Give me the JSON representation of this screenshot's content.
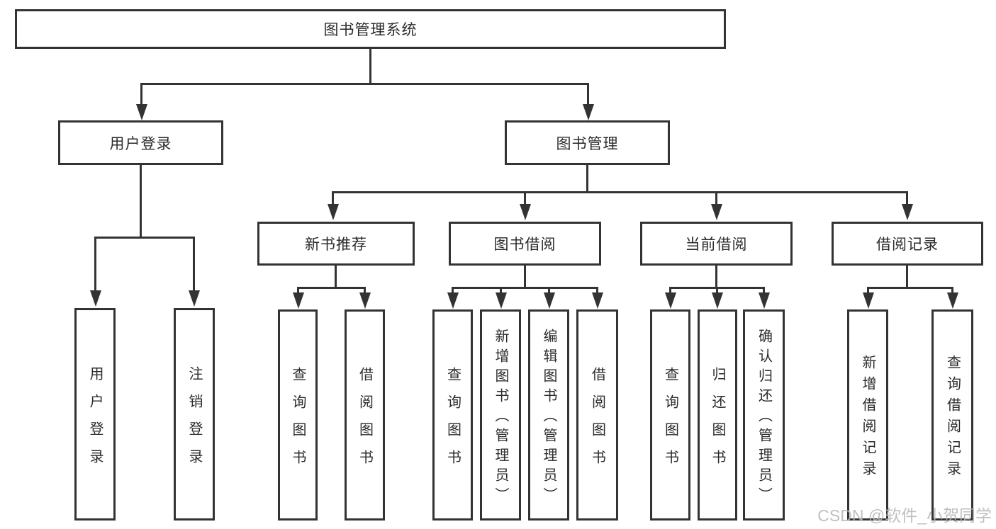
{
  "diagram": {
    "title": "图书管理系统",
    "type": "hierarchy-tree",
    "colors": {
      "line": "#333333",
      "border": "#333333",
      "text": "#2b2b2b",
      "background": "#ffffff",
      "watermark": "#b9b9b9"
    },
    "watermark": "CSDN @软件_小贺同学",
    "nodes": {
      "root": {
        "label": "图书管理系统"
      },
      "level2": [
        {
          "label": "用户登录"
        },
        {
          "label": "图书管理"
        }
      ],
      "level3": [
        {
          "label": "新书推荐",
          "parent": "图书管理"
        },
        {
          "label": "图书借阅",
          "parent": "图书管理"
        },
        {
          "label": "当前借阅",
          "parent": "图书管理"
        },
        {
          "label": "借阅记录",
          "parent": "图书管理"
        }
      ],
      "leaves": {
        "user_login": [
          "用户登录",
          "注销登录"
        ],
        "new_book": [
          "查询图书",
          "借阅图书"
        ],
        "book_borrow": [
          "查询图书",
          "新增图书（管理员）",
          "编辑图书（管理员）",
          "借阅图书"
        ],
        "current_borrow": [
          "查询图书",
          "归还图书",
          "确认归还（管理员）"
        ],
        "borrow_record": [
          "新增借阅记录",
          "查询借阅记录"
        ]
      }
    }
  }
}
